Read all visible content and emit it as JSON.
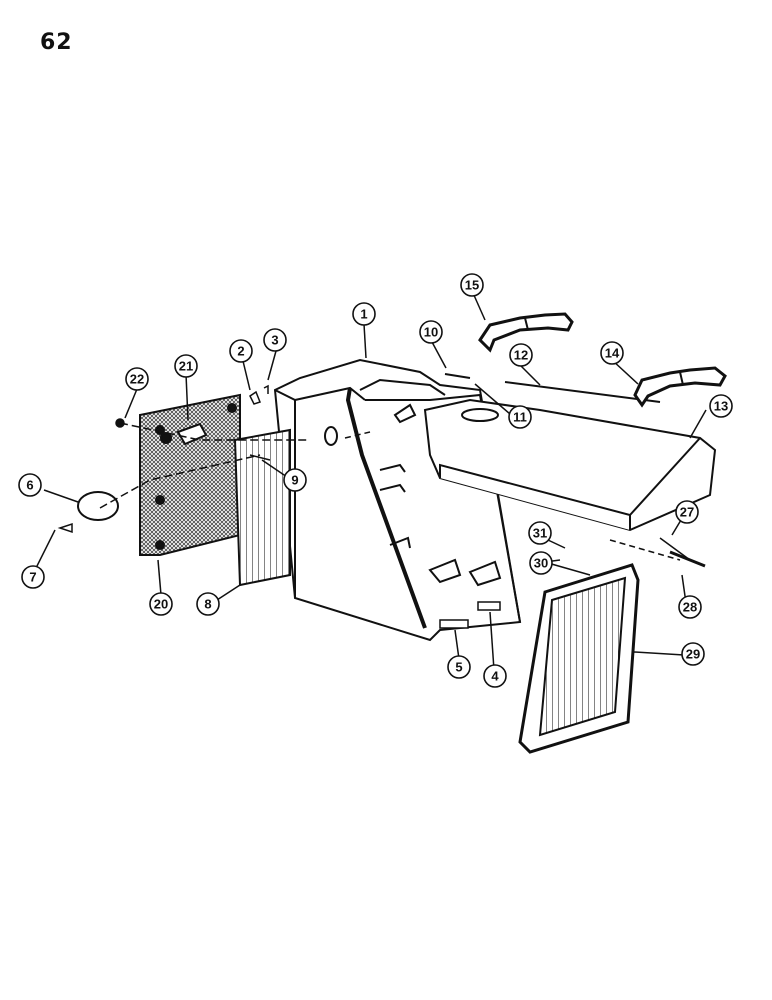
{
  "page": {
    "number": "62"
  },
  "callouts": [
    {
      "id": "c1",
      "label": "1"
    },
    {
      "id": "c2",
      "label": "2"
    },
    {
      "id": "c3",
      "label": "3"
    },
    {
      "id": "c4",
      "label": "4"
    },
    {
      "id": "c5",
      "label": "5"
    },
    {
      "id": "c6",
      "label": "6"
    },
    {
      "id": "c7",
      "label": "7"
    },
    {
      "id": "c8",
      "label": "8"
    },
    {
      "id": "c9",
      "label": "9"
    },
    {
      "id": "c10",
      "label": "10"
    },
    {
      "id": "c11",
      "label": "11"
    },
    {
      "id": "c12",
      "label": "12"
    },
    {
      "id": "c13",
      "label": "13"
    },
    {
      "id": "c14",
      "label": "14"
    },
    {
      "id": "c15",
      "label": "15"
    },
    {
      "id": "c20",
      "label": "20"
    },
    {
      "id": "c21",
      "label": "21"
    },
    {
      "id": "c22",
      "label": "22"
    },
    {
      "id": "c27",
      "label": "27"
    },
    {
      "id": "c28",
      "label": "28"
    },
    {
      "id": "c29",
      "label": "29"
    },
    {
      "id": "c30",
      "label": "30"
    },
    {
      "id": "c31",
      "label": "31"
    }
  ]
}
